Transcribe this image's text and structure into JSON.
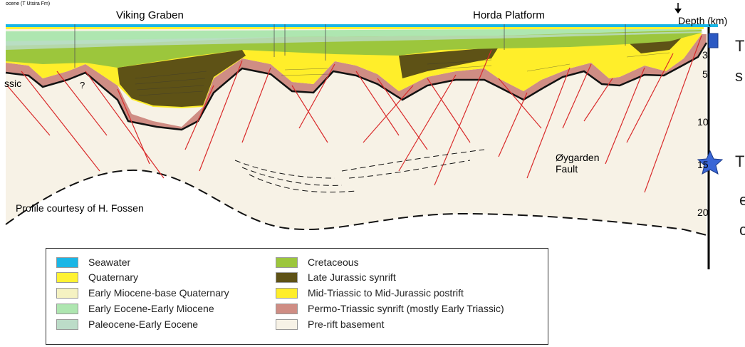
{
  "figure": {
    "region_labels": {
      "viking": "Viking Graben",
      "horda": "Horda Platform"
    },
    "tiny_label": "ocene (T Utsira Fm)",
    "depth_axis": {
      "title": "Depth (km)",
      "ticks": [
        "3",
        "5",
        "10",
        "15",
        "20"
      ]
    },
    "fault_label": "Øygarden\nFault",
    "question_mark": "?",
    "partial_label": "ssic",
    "credit": "Profile courtesy of H. Fossen",
    "side_text": [
      "T",
      "s",
      "T",
      "e",
      "c"
    ]
  },
  "legend": {
    "left": [
      {
        "label": "Seawater",
        "color": "#1ab6e6"
      },
      {
        "label": "Quaternary",
        "color": "#fff233"
      },
      {
        "label": "Early Miocene-base Quaternary",
        "color": "#f5f2c2"
      },
      {
        "label": "Early Eocene-Early Miocene",
        "color": "#aee6b0"
      },
      {
        "label": "Paleocene-Early Eocene",
        "color": "#bcdcc8"
      }
    ],
    "right": [
      {
        "label": "Cretaceous",
        "color": "#9cc63c"
      },
      {
        "label": "Late Jurassic synrift",
        "color": "#5e5216"
      },
      {
        "label": "Mid-Triassic to Mid-Jurassic postrift",
        "color": "#ffee2a"
      },
      {
        "label": "Permo-Triassic synrift (mostly Early Triassic)",
        "color": "#cf8d84"
      },
      {
        "label": "Pre-rift basement",
        "color": "#f7f2e6"
      }
    ]
  },
  "markers": {
    "square_color": "#2b59c3",
    "star_color": "#3a66d6",
    "fault_color": "#d92b2b"
  }
}
